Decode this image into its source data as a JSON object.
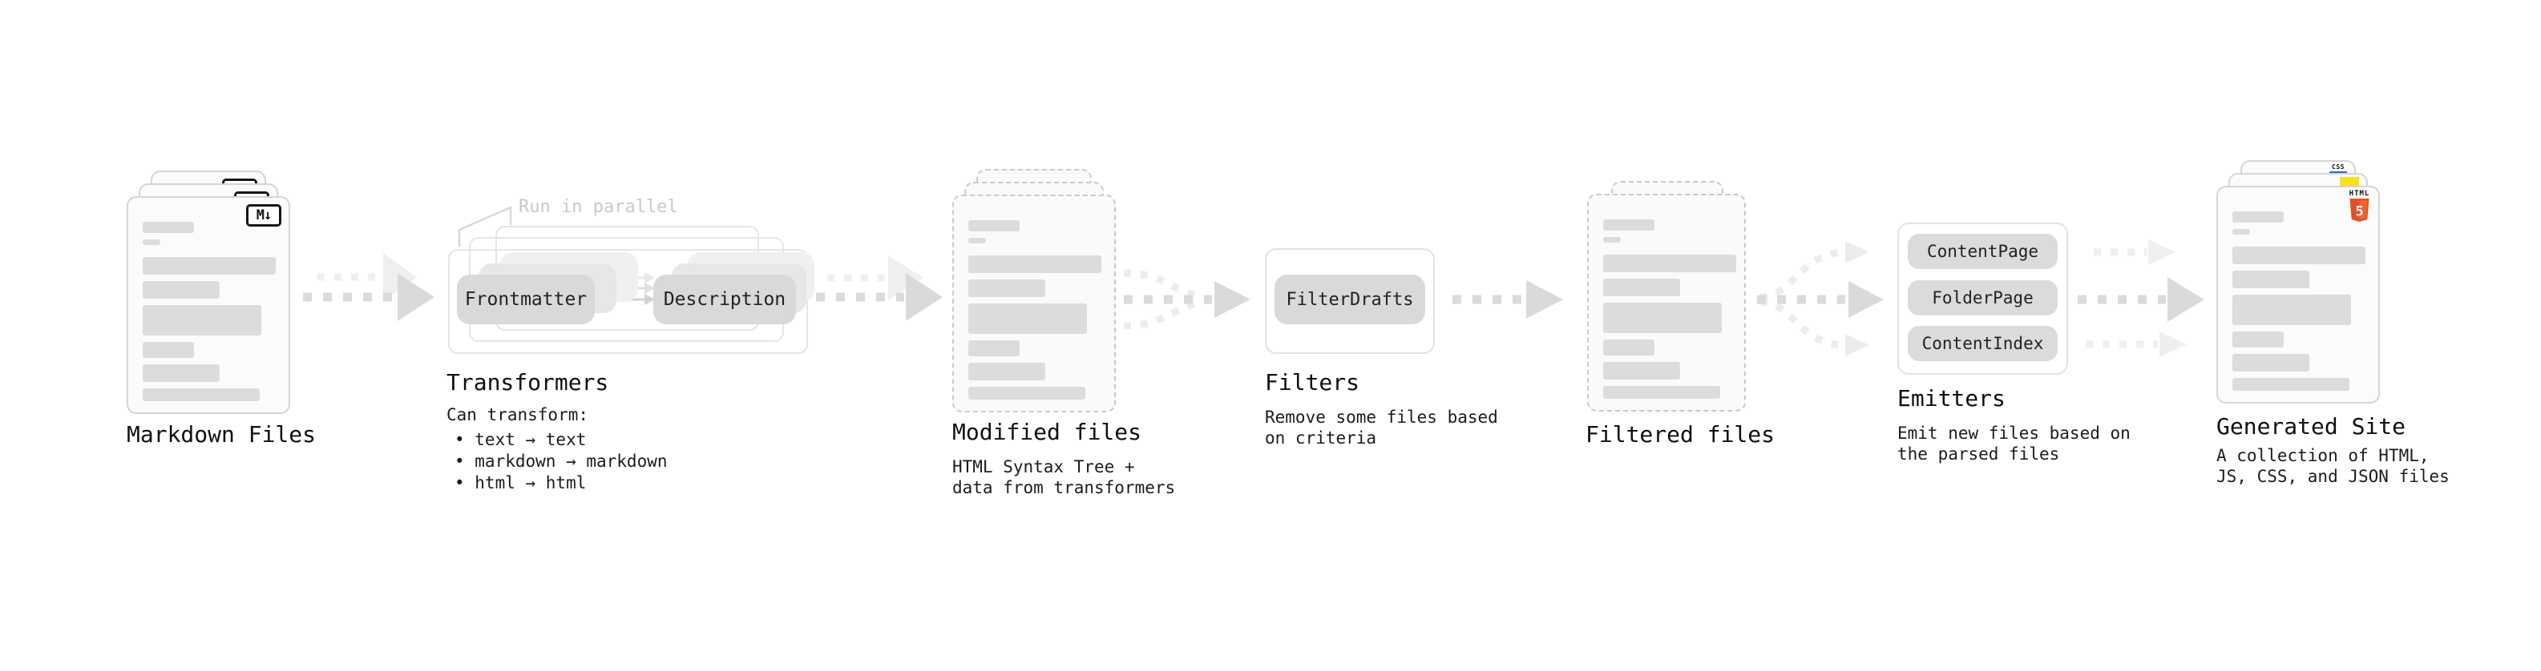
{
  "stages": {
    "markdown_files": {
      "title": "Markdown Files",
      "file_badge": "M↓"
    },
    "transformers": {
      "title": "Transformers",
      "annotation": "Run in parallel",
      "chips": [
        "Frontmatter",
        "Description"
      ],
      "subtitle": "Can transform:",
      "bullets": [
        "• text → text",
        "• markdown → markdown",
        "• html → html"
      ]
    },
    "modified_files": {
      "title": "Modified files",
      "description": "HTML Syntax Tree +\ndata from transformers"
    },
    "filters": {
      "title": "Filters",
      "chip": "FilterDrafts",
      "description": "Remove some files based\non criteria"
    },
    "filtered_files": {
      "title": "Filtered files"
    },
    "emitters": {
      "title": "Emitters",
      "chips": [
        "ContentPage",
        "FolderPage",
        "ContentIndex"
      ],
      "description": "Emit new files based on\nthe parsed files"
    },
    "generated_site": {
      "title": "Generated Site",
      "description": "A collection of HTML,\nJS, CSS, and JSON files",
      "badges": {
        "css": "CSS",
        "html_label": "HTML",
        "html_number": "5"
      }
    }
  },
  "colors": {
    "html5_orange": "#e34f26",
    "js_yellow": "#f7df1e",
    "css_blue": "#2965f1",
    "chip_fill": "#d9d9d9",
    "placeholder_bar": "#dcdcdc",
    "arrow_gray": "#dadada",
    "arrow_faint": "#efefef",
    "annotation_gray": "#c9c9c9"
  }
}
